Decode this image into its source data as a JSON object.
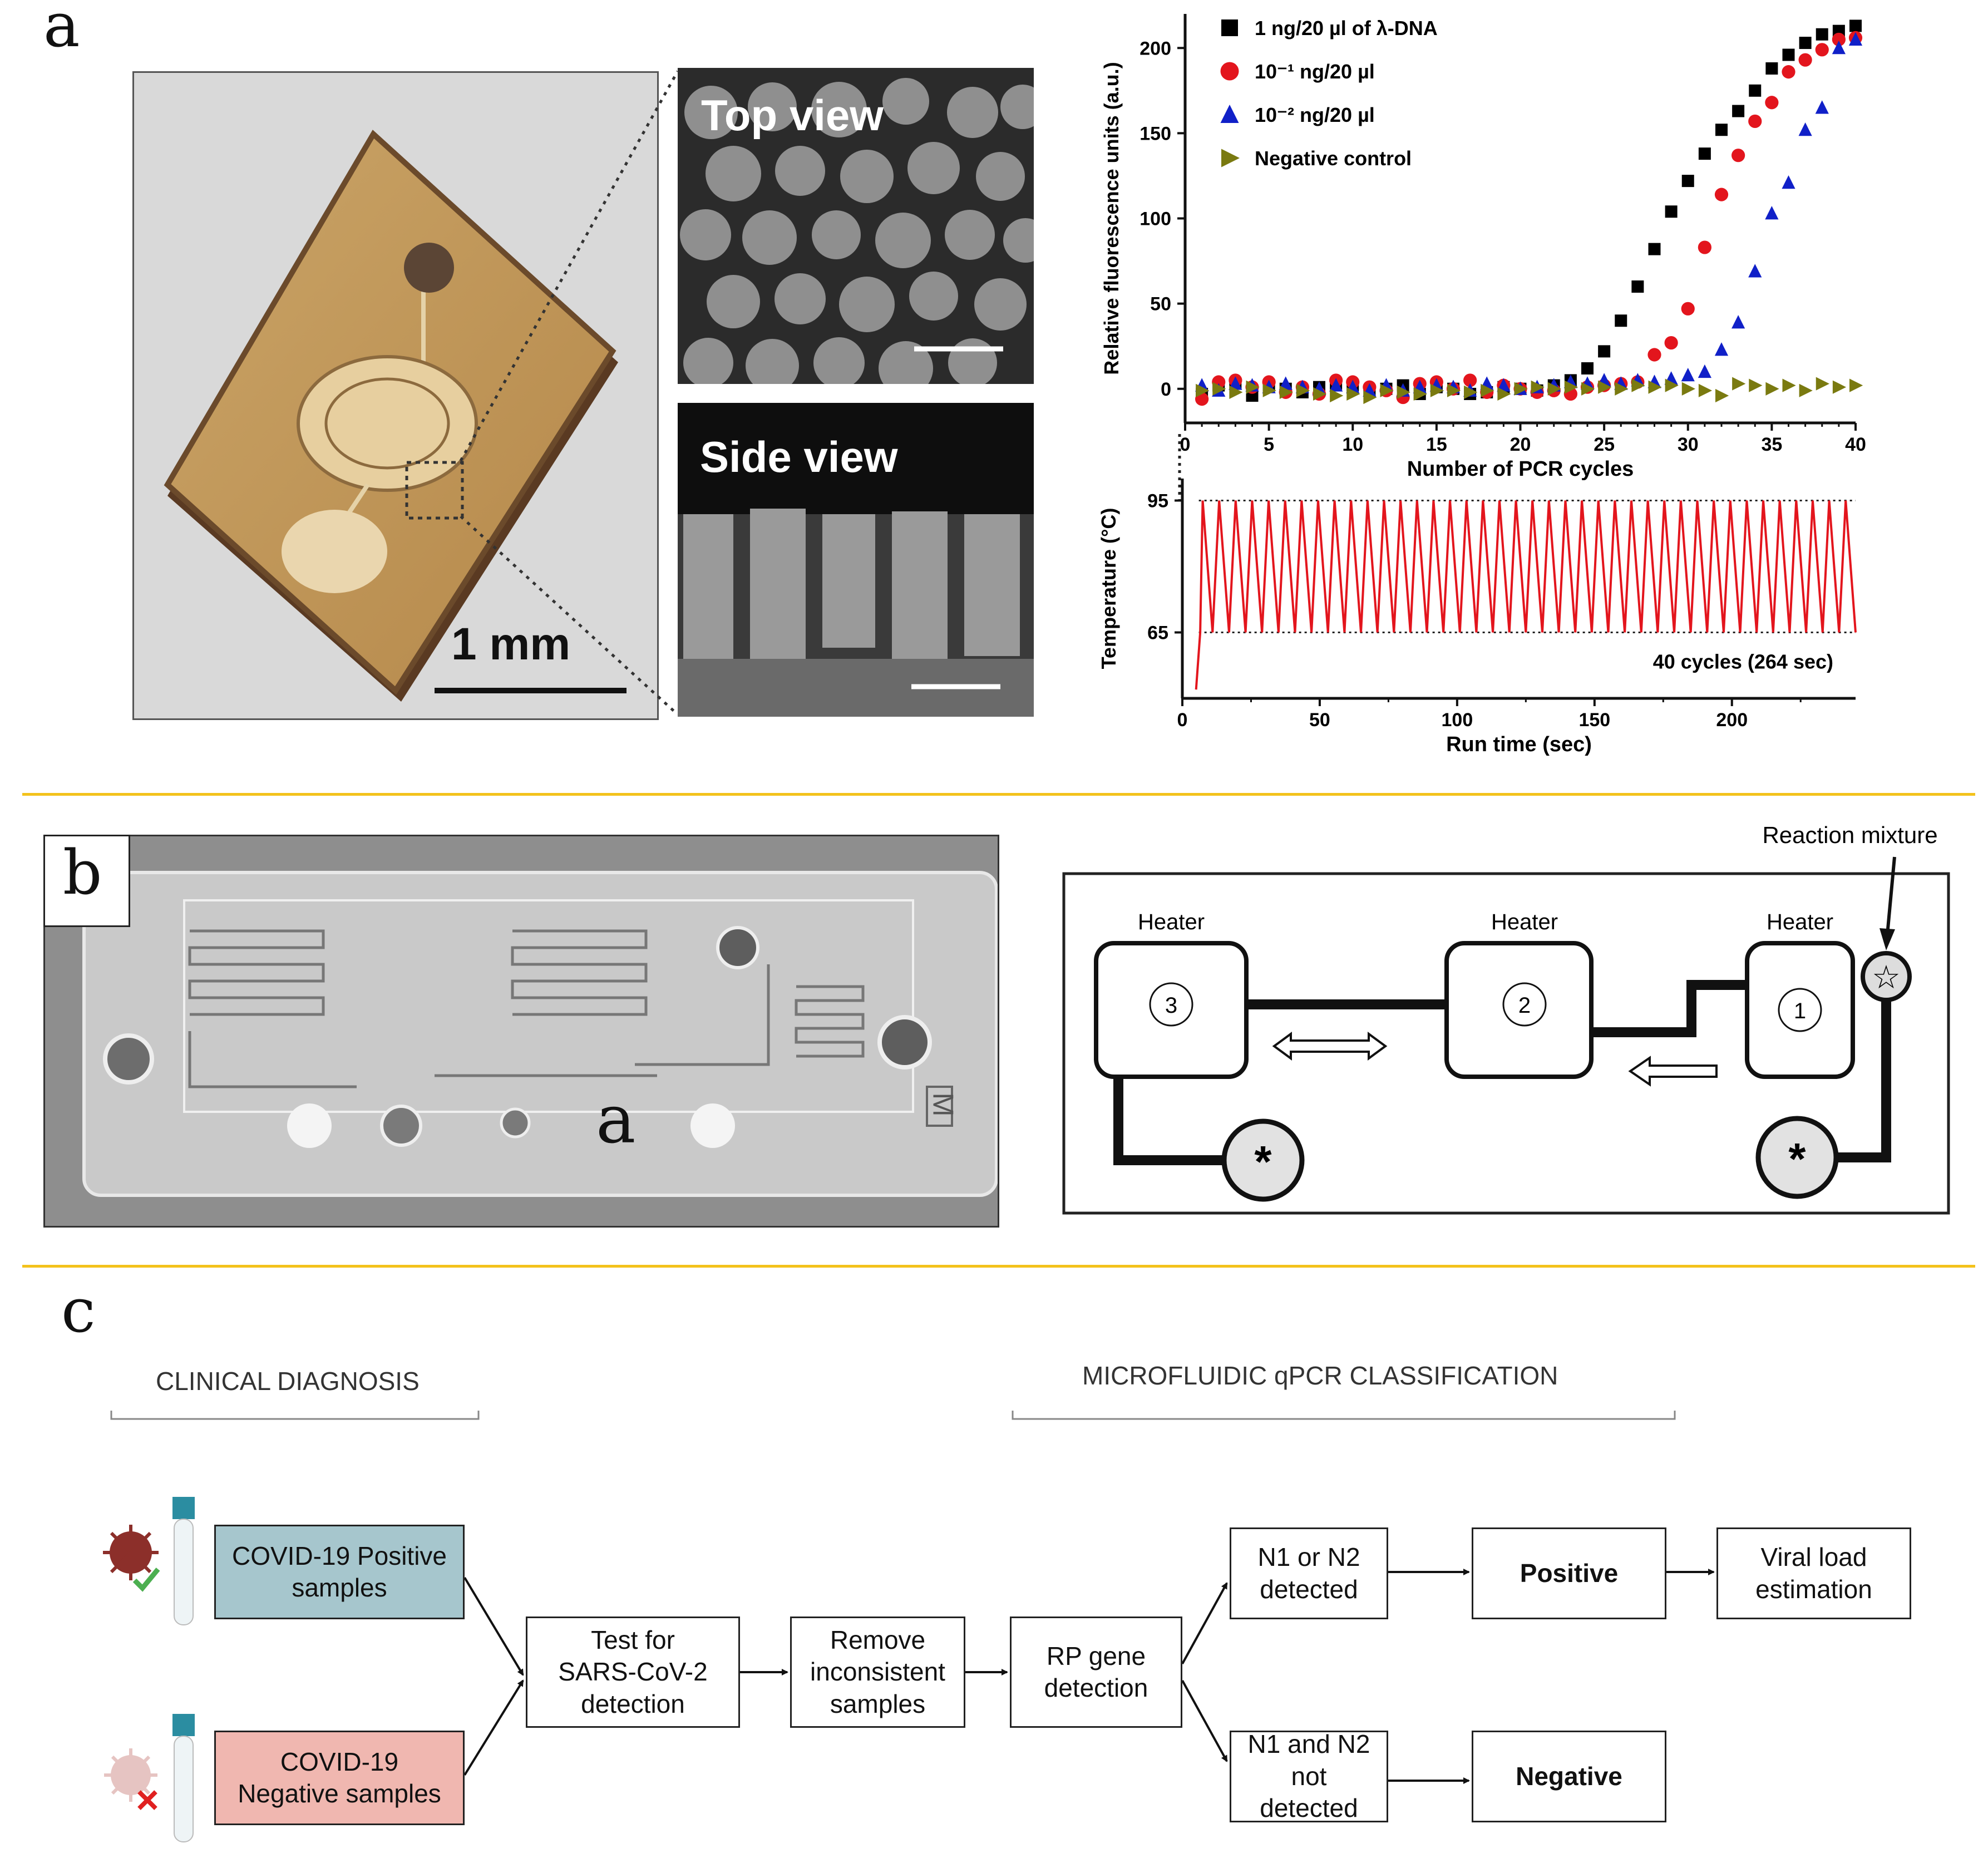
{
  "panels": {
    "a": "a",
    "b": "b",
    "c": "c"
  },
  "panel_a": {
    "scale_bar_label": "1 mm",
    "sem_top": "Top view",
    "sem_side": "Side view"
  },
  "chart_data": [
    {
      "type": "scatter",
      "xlabel": "Number of PCR cycles",
      "ylabel": "Relative fluorescence units (a.u.)",
      "xlim": [
        0,
        40
      ],
      "ylim": [
        -20,
        220
      ],
      "xticks": [
        0,
        5,
        10,
        15,
        20,
        25,
        30,
        35,
        40
      ],
      "yticks": [
        0,
        50,
        100,
        150,
        200
      ],
      "grid": false,
      "legend_position": "top-left",
      "x": [
        1,
        2,
        3,
        4,
        5,
        6,
        7,
        8,
        9,
        10,
        11,
        12,
        13,
        14,
        15,
        16,
        17,
        18,
        19,
        20,
        21,
        22,
        23,
        24,
        25,
        26,
        27,
        28,
        29,
        30,
        31,
        32,
        33,
        34,
        35,
        36,
        37,
        38,
        39,
        40
      ],
      "series": [
        {
          "name": "1 ng/20 µl of λ-DNA",
          "marker": "square",
          "color": "#000000",
          "values": [
            -3,
            2,
            3,
            -4,
            2,
            0,
            -2,
            1,
            3,
            2,
            -1,
            0,
            2,
            -3,
            1,
            0,
            -3,
            -2,
            1,
            0,
            -1,
            2,
            5,
            12,
            22,
            40,
            60,
            82,
            104,
            122,
            138,
            152,
            163,
            175,
            188,
            196,
            203,
            208,
            210,
            213
          ]
        },
        {
          "name": "10⁻¹ ng/20 µl",
          "marker": "circle",
          "color": "#e3151d",
          "values": [
            -6,
            4,
            5,
            1,
            4,
            -2,
            1,
            -3,
            5,
            4,
            1,
            -1,
            -5,
            3,
            4,
            0,
            5,
            -2,
            2,
            0,
            -2,
            -1,
            -3,
            1,
            2,
            3,
            4,
            20,
            27,
            47,
            83,
            114,
            137,
            157,
            168,
            186,
            193,
            199,
            205,
            206
          ]
        },
        {
          "name": "10⁻² ng/20 µl",
          "marker": "triangle",
          "color": "#1020c8",
          "values": [
            2,
            -1,
            3,
            2,
            1,
            3,
            1,
            0,
            2,
            1,
            -1,
            2,
            -1,
            1,
            2,
            1,
            -1,
            3,
            2,
            0,
            1,
            2,
            4,
            3,
            5,
            3,
            5,
            4,
            6,
            8,
            10,
            23,
            39,
            69,
            103,
            121,
            152,
            165,
            200,
            205
          ]
        },
        {
          "name": "Negative control",
          "marker": "triangle-right",
          "color": "#7a7a10",
          "values": [
            -1,
            0,
            -2,
            1,
            -1,
            -2,
            -1,
            -3,
            -4,
            -3,
            -5,
            -1,
            -2,
            -3,
            -1,
            -1,
            -2,
            -1,
            -3,
            0,
            1,
            0,
            1,
            0,
            1,
            0,
            2,
            1,
            2,
            0,
            -1,
            -4,
            3,
            2,
            0,
            2,
            -1,
            3,
            1,
            2
          ]
        }
      ]
    },
    {
      "type": "line",
      "xlabel": "Run time (sec)",
      "ylabel": "Temperature (°C)",
      "xlim": [
        0,
        245
      ],
      "ylim": [
        50,
        100
      ],
      "xticks": [
        0,
        50,
        100,
        150,
        200
      ],
      "yticks": [
        65,
        95
      ],
      "grid": false,
      "reference_lines": [
        95,
        65
      ],
      "annotation": "40 cycles (264 sec)",
      "series": [
        {
          "color": "#e3151d",
          "cycles": 40,
          "start_time": 5,
          "cycle_period": 6,
          "high": 95,
          "low": 65,
          "initial": 52
        }
      ]
    }
  ],
  "panel_b": {
    "diagram": {
      "reaction_label": "Reaction mixture",
      "heaters": [
        {
          "label": "Heater",
          "number": "3"
        },
        {
          "label": "Heater",
          "number": "2"
        },
        {
          "label": "Heater",
          "number": "1"
        }
      ],
      "asterisk": "*",
      "star": "☆"
    },
    "photo_overlay_letter": "a",
    "chip_mark": "M"
  },
  "panel_c": {
    "headers": {
      "clinical": "CLINICAL DIAGNOSIS",
      "micro": "MICROFLUIDIC qPCR CLASSIFICATION"
    },
    "boxes": {
      "positive_samples": [
        "COVID-19 Positive",
        "samples"
      ],
      "negative_samples": [
        "COVID-19",
        "Negative samples"
      ],
      "test": [
        "Test for",
        "SARS-CoV-2",
        "detection"
      ],
      "remove": [
        "Remove",
        "inconsistent",
        "samples"
      ],
      "rp": [
        "RP gene",
        "detection"
      ],
      "n1_or_n2": [
        "N1 or N2",
        "detected"
      ],
      "n1_and_n2": [
        "N1 and N2 not",
        "detected"
      ],
      "positive": "Positive",
      "negative": "Negative",
      "viral": [
        "Viral load",
        "estimation"
      ]
    },
    "colors": {
      "positive_fill": "#a6c6cd",
      "negative_fill": "#f0b7b0"
    }
  }
}
